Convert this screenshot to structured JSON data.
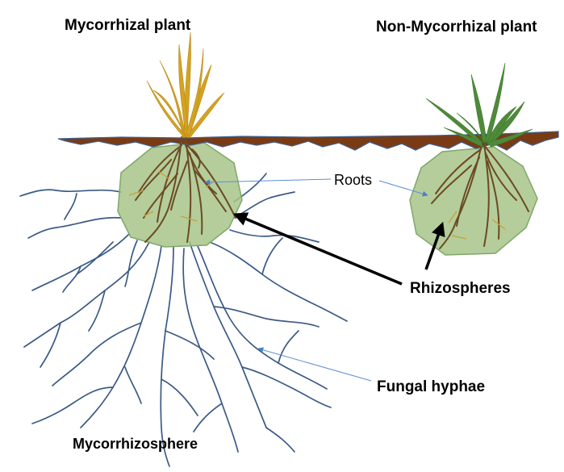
{
  "labels": {
    "mycorrhizal_plant": "Mycorrhizal plant",
    "non_mycorrhizal_plant": "Non-Mycorrhizal plant",
    "roots": "Roots",
    "rhizospheres": "Rhizospheres",
    "fungal_hyphae": "Fungal hyphae",
    "mycorrhizosphere": "Mycorrhizosphere"
  },
  "colors": {
    "soil": "#7a3b14",
    "soil_edge": "#3f5d8a",
    "rhizosphere_fill": "#a7c48a",
    "rhizosphere_stroke": "#7fa86b",
    "roots": "#6b4a23",
    "mycorrhizal_leaves": "#d4a321",
    "non_mycorrhizal_leaves": "#4e8a3a",
    "hyphae": "#3b5a86",
    "pointer_thin": "#5b8fd6",
    "pointer_bold": "#000000"
  }
}
